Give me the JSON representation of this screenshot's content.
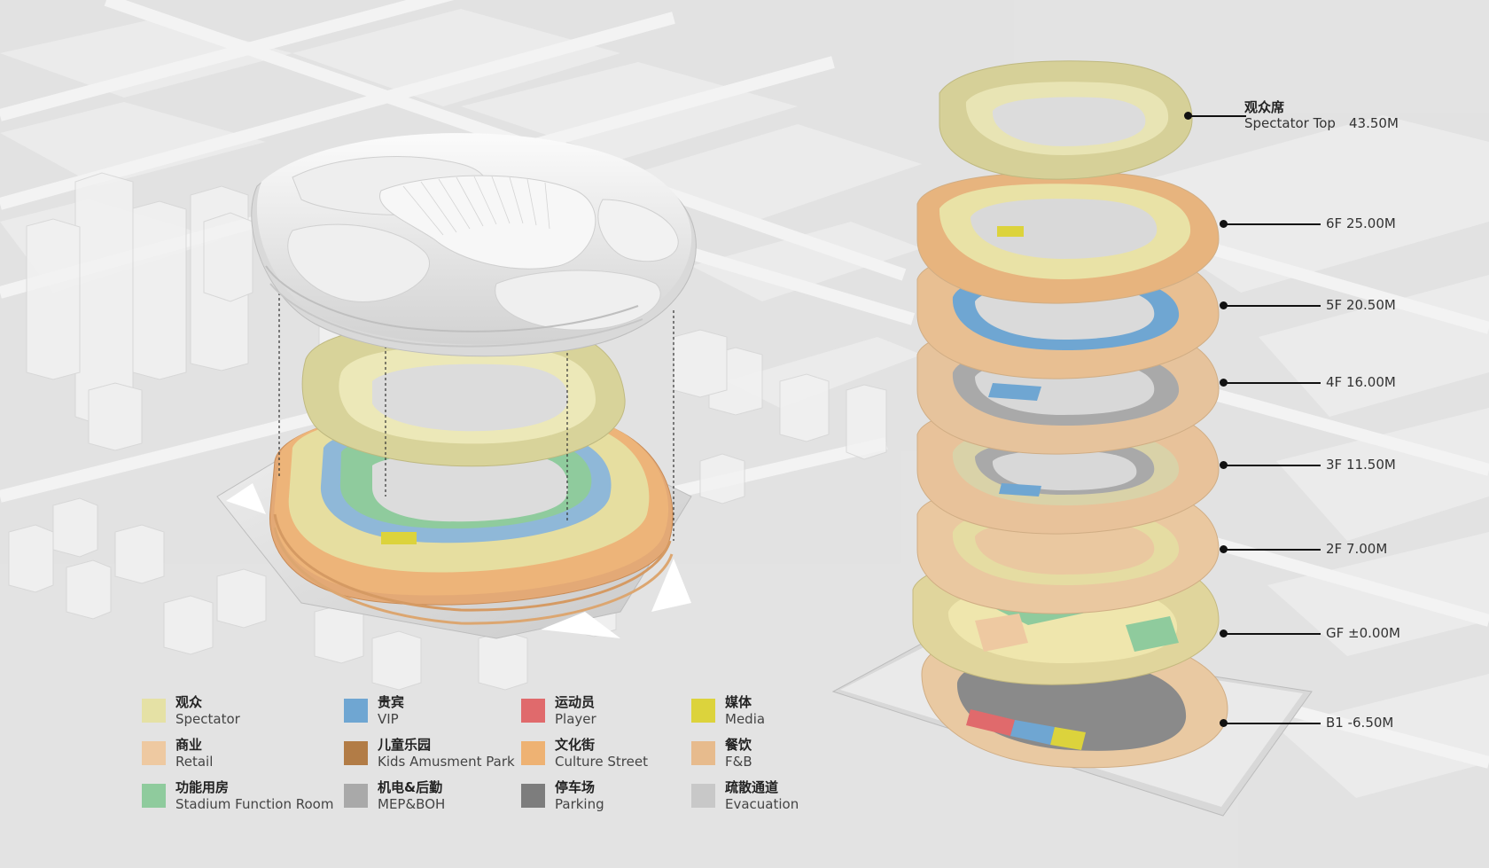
{
  "colors": {
    "background": "#e4e4e4",
    "spectator": "#e5e1a5",
    "retail": "#eec9a1",
    "function_room": "#8fcb9d",
    "vip": "#6fa6d2",
    "kids": "#b27c46",
    "mep": "#a9a9a9",
    "player": "#e06a6c",
    "culture": "#eeb273",
    "parking": "#7d7d7d",
    "media": "#dcd33c",
    "fnb": "#e7bb8d",
    "evacuation": "#c8c8c8"
  },
  "legend": [
    {
      "zh": "观众",
      "en": "Spectator",
      "color": "#e5e1a5"
    },
    {
      "zh": "商业",
      "en": "Retail",
      "color": "#eec9a1"
    },
    {
      "zh": "功能用房",
      "en": "Stadium Function Room",
      "color": "#8fcb9d"
    },
    {
      "zh": "贵宾",
      "en": "VIP",
      "color": "#6fa6d2"
    },
    {
      "zh": "儿童乐园",
      "en": "Kids Amusment Park",
      "color": "#b27c46"
    },
    {
      "zh": "机电&后勤",
      "en": "MEP&BOH",
      "color": "#a9a9a9"
    },
    {
      "zh": "运动员",
      "en": "Player",
      "color": "#e06a6c"
    },
    {
      "zh": "文化街",
      "en": "Culture Street",
      "color": "#eeb273"
    },
    {
      "zh": "停车场",
      "en": "Parking",
      "color": "#7d7d7d"
    },
    {
      "zh": "媒体",
      "en": "Media",
      "color": "#dcd33c"
    },
    {
      "zh": "餐饮",
      "en": "F&B",
      "color": "#e7bb8d"
    },
    {
      "zh": "疏散通道",
      "en": "Evacuation",
      "color": "#c8c8c8"
    }
  ],
  "levels": [
    {
      "zh": "观众席",
      "en": "Spectator Top",
      "value": "43.50M"
    },
    {
      "label": "6F  25.00M"
    },
    {
      "label": "5F  20.50M"
    },
    {
      "label": "4F  16.00M"
    },
    {
      "label": "3F  11.50M"
    },
    {
      "label": "2F  7.00M"
    },
    {
      "label": "GF ±0.00M"
    },
    {
      "label": "B1  -6.50M"
    }
  ]
}
